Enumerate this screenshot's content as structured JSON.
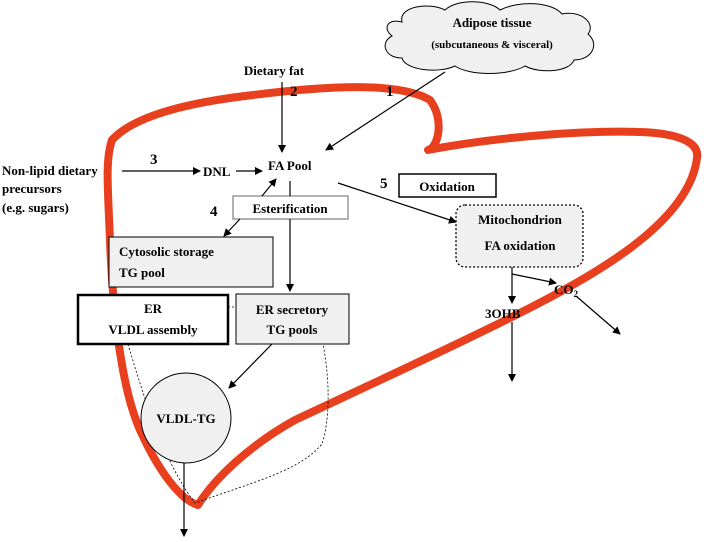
{
  "colors": {
    "liver_outline": "#e8401f",
    "box_fill": "#f0f0f0",
    "esterification_border": "#999999",
    "text": "#000000"
  },
  "nodes": {
    "adipose_title": "Adipose tissue",
    "adipose_sub": "(subcutaneous & visceral)",
    "dietary_fat": "Dietary fat",
    "non_lipid_line1": "Non-lipid dietary",
    "non_lipid_line2": "precursors",
    "non_lipid_line3": "(e.g. sugars)",
    "dnl": "DNL",
    "fa_pool": "FA Pool",
    "esterification": "Esterification",
    "oxidation": "Oxidation",
    "mito_line1": "Mitochondrion",
    "mito_line2": "FA oxidation",
    "cytosolic_line1": "Cytosolic storage",
    "cytosolic_line2": "TG pool",
    "er_line1": "ER",
    "er_line2": "VLDL assembly",
    "er_secretory_line1": "ER secretory",
    "er_secretory_line2": "TG pools",
    "vldl_tg": "VLDL-TG",
    "ohb": "3OHB",
    "co2": "CO",
    "co2_sub": "2"
  },
  "step_numbers": {
    "one": "1",
    "two": "2",
    "three": "3",
    "four": "4",
    "five": "5"
  }
}
